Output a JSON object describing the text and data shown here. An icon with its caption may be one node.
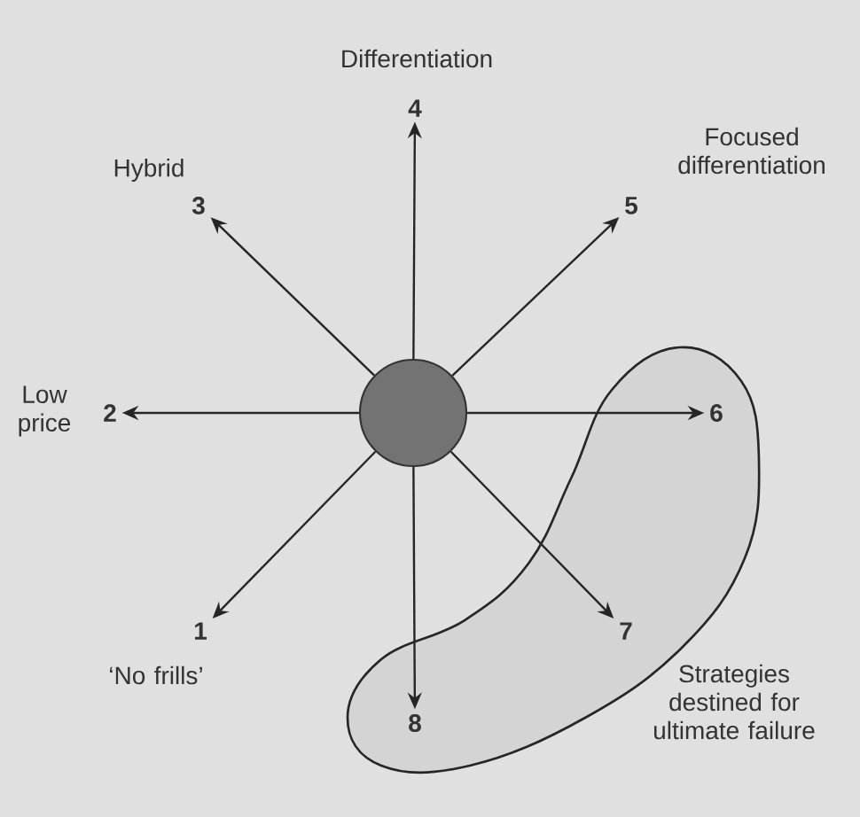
{
  "diagram": {
    "nodes": [
      {
        "text": [],
        "shape": "circle"
      },
      {
        "text": [
          "1"
        ],
        "beside": [
          "‘No frills’"
        ]
      },
      {
        "text": [
          "2"
        ],
        "beside": [
          "Low price"
        ]
      },
      {
        "text": [
          "3"
        ],
        "beside": [
          "Hybrid"
        ]
      },
      {
        "text": [
          "4"
        ],
        "beside": [
          "Differentiation"
        ]
      },
      {
        "text": [
          "5"
        ],
        "beside": [
          "Focused differentiation"
        ]
      },
      {
        "text": [
          "6"
        ],
        "in": 9
      },
      {
        "text": [
          "7"
        ],
        "in": 9
      },
      {
        "text": [
          "8"
        ],
        "in": 9
      },
      {
        "text": [
          "Strategies destined for ultimate failure"
        ]
      }
    ],
    "edges": [
      {
        "from": 0,
        "to": 1,
        "arrow": "to"
      },
      {
        "from": 0,
        "to": 2,
        "arrow": "to"
      },
      {
        "from": 0,
        "to": 3,
        "arrow": "to"
      },
      {
        "from": 0,
        "to": 4,
        "arrow": "to"
      },
      {
        "from": 0,
        "to": 5,
        "arrow": "to"
      },
      {
        "from": 0,
        "to": 6,
        "arrow": "to"
      },
      {
        "from": 0,
        "to": 7,
        "arrow": "to"
      },
      {
        "from": 0,
        "to": 8,
        "arrow": "to"
      }
    ]
  }
}
